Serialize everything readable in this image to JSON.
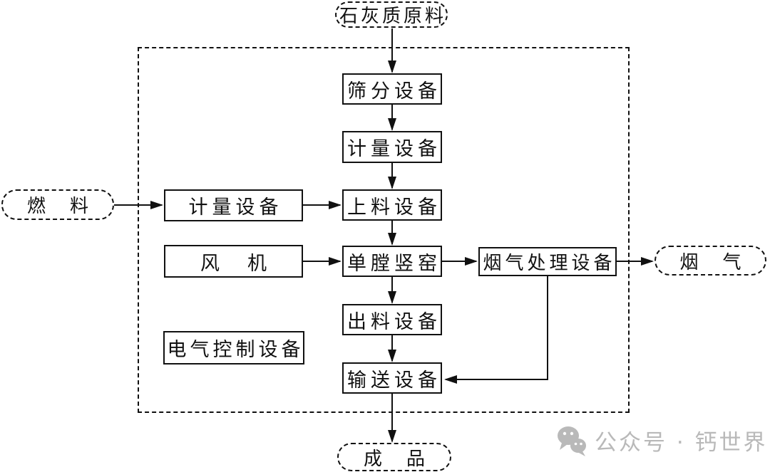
{
  "flowchart": {
    "external_nodes": {
      "limestone": {
        "label": "石灰质原料",
        "shape": "terminal"
      },
      "fuel": {
        "label": "燃　料",
        "shape": "terminal"
      },
      "flue_gas": {
        "label": "烟　气",
        "shape": "terminal"
      },
      "product": {
        "label": "成　品",
        "shape": "terminal"
      }
    },
    "process_nodes": {
      "sieving": {
        "label": "筛分设备"
      },
      "metering_top": {
        "label": "计量设备"
      },
      "feeding": {
        "label": "上料设备"
      },
      "kiln": {
        "label": "单膛竖窑"
      },
      "discharging": {
        "label": "出料设备"
      },
      "conveying": {
        "label": "输送设备"
      },
      "metering_fuel": {
        "label": "计量设备"
      },
      "fan": {
        "label": "风　机"
      },
      "electrical_control": {
        "label": "电气控制设备"
      },
      "flue_gas_treatment": {
        "label": "烟气处理设备"
      }
    },
    "flows": [
      "石灰质原料 → 筛分设备",
      "筛分设备 → 计量设备",
      "计量设备 → 上料设备",
      "燃料 → 计量设备",
      "计量设备 → 上料设备",
      "上料设备 → 单膛竖窑",
      "风机 → 单膛竖窑",
      "单膛竖窑 → 烟气处理设备",
      "烟气处理设备 → 烟气",
      "烟气处理设备 → 输送设备",
      "单膛竖窑 → 出料设备",
      "出料设备 → 输送设备",
      "输送设备 → 成品"
    ],
    "colors": {
      "line": "#111111",
      "background": "#ffffff",
      "watermark": "#b9b9b9"
    }
  },
  "watermark": {
    "label": "公众号 · 钙世界",
    "icon": "wechat-icon"
  }
}
